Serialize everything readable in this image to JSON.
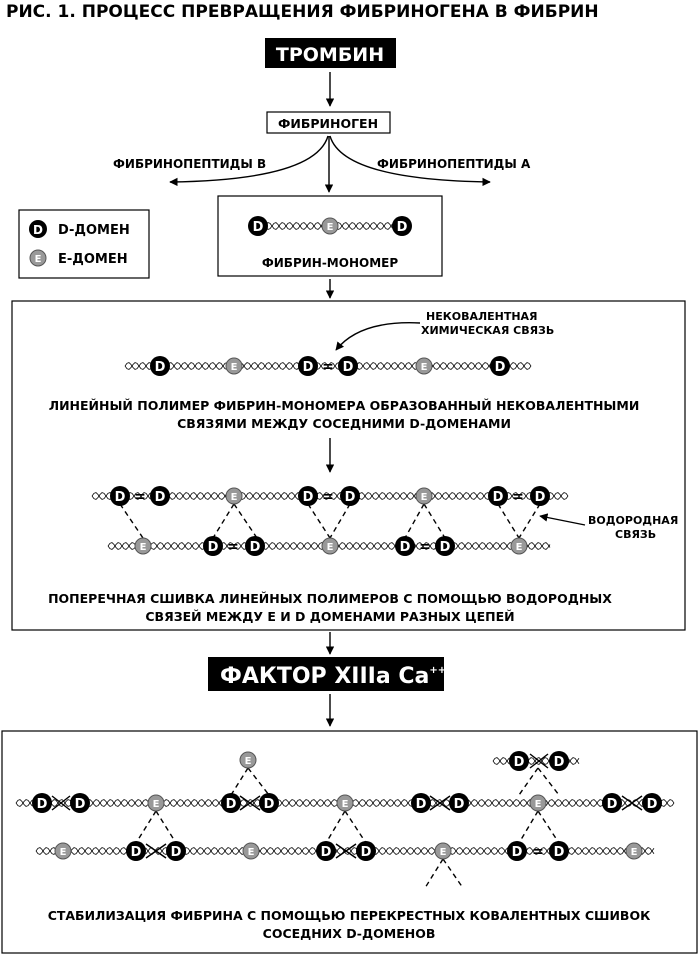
{
  "figure": {
    "title": "РИС. 1. ПРОЦЕСС ПРЕВРАЩЕНИЯ ФИБРИНОГЕНА В ФИБРИН",
    "thrombin": "ТРОМБИН",
    "fibrinogen": "ФИБРИНОГЕН",
    "fibrinopeptides_b": "ФИБРИНОПЕПТИДЫ В",
    "fibrinopeptides_a": "ФИБРИНОПЕПТИДЫ А",
    "monomer_label": "ФИБРИН-МОНОМЕР",
    "legend": {
      "d_label": "D-ДОМЕН",
      "e_label": "Е-ДОМЕН",
      "d_symbol": "D",
      "e_symbol": "E"
    },
    "noncovalent_line1": "НЕКОВАЛЕНТНАЯ",
    "noncovalent_line2": "ХИМИЧЕСКАЯ СВЯЗЬ",
    "linear_caption_line1": "ЛИНЕЙНЫЙ ПОЛИМЕР ФИБРИН-МОНОМЕРА ОБРАЗОВАННЫЙ НЕКОВАЛЕНТНЫМИ",
    "linear_caption_line2": "СВЯЗЯМИ МЕЖДУ СОСЕДНИМИ D-ДОМЕНАМИ",
    "hydrogen_line1": "ВОДОРОДНАЯ",
    "hydrogen_line2": "СВЯЗЬ",
    "crosslink_caption_line1": "ПОПЕРЕЧНАЯ СШИВКА ЛИНЕЙНЫХ ПОЛИМЕРОВ С ПОМОЩЬЮ ВОДОРОДНЫХ",
    "crosslink_caption_line2": "СВЯЗЕЙ МЕЖДУ Е И D ДОМЕНАМИ РАЗНЫХ ЦЕПЕЙ",
    "factor": "ФАКТОР XIIIa Ca",
    "factor_sup": "++",
    "stabilization_line1": "СТАБИЛИЗАЦИЯ ФИБРИНА С ПОМОЩЬЮ ПЕРЕКРЕСТНЫХ КОВАЛЕНТНЫХ СШИВОК",
    "stabilization_line2": "СОСЕДНИХ D-ДОМЕНОВ",
    "equals": "="
  }
}
